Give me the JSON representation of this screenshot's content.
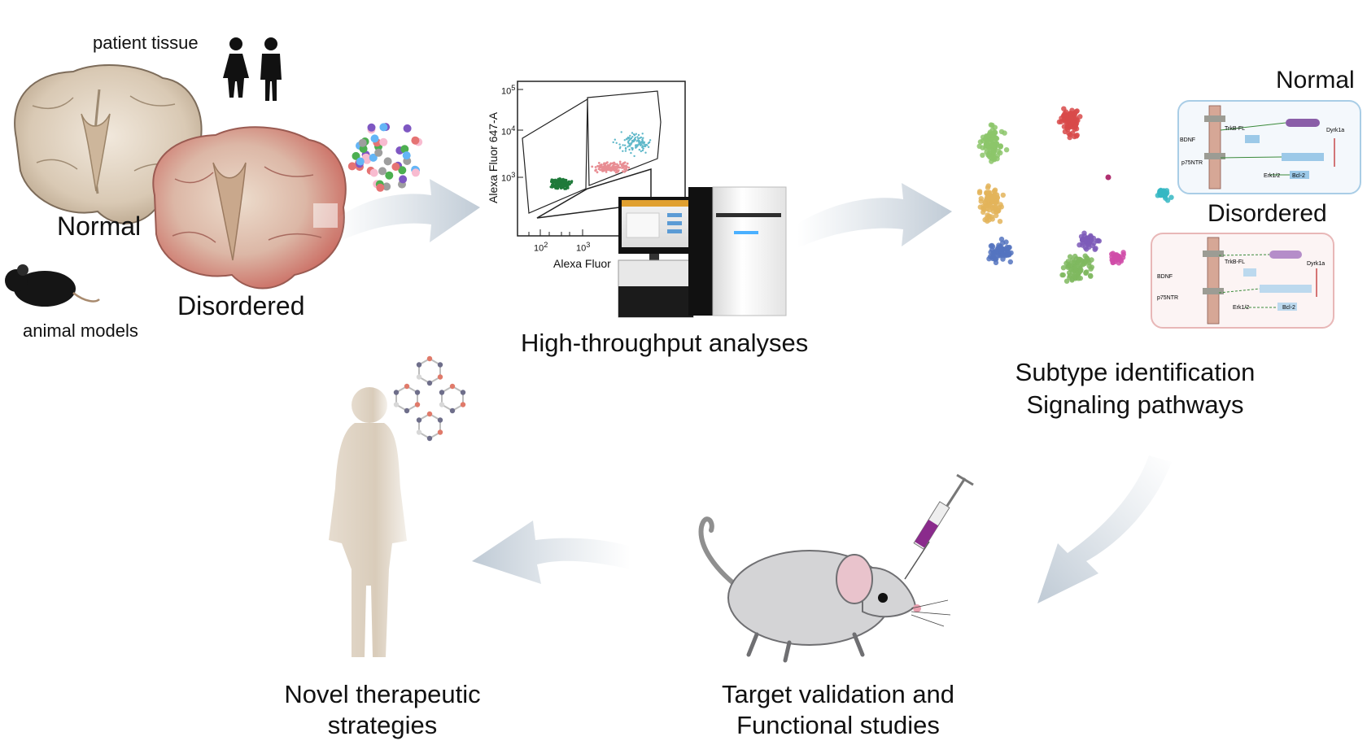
{
  "labels": {
    "patient_tissue": "patient tissue",
    "normal": "Normal",
    "disordered": "Disordered",
    "animal_models": "animal models",
    "flow_axis_y": "Alexa Fluor 647-A",
    "flow_axis_x": "Alexa Fluor",
    "flow_y_ticks": [
      "10",
      "10",
      "10"
    ],
    "flow_y_exps": [
      "3",
      "4",
      "5"
    ],
    "flow_x_ticks": [
      "10",
      "10"
    ],
    "flow_x_exps": [
      "2",
      "3"
    ],
    "high_throughput": "High-throughput analyses",
    "subtype_line1": "Subtype identification",
    "subtype_line2": "Signaling pathways",
    "pathway_normal": "Normal",
    "pathway_disordered": "Disordered",
    "target_line1": "Target validation and",
    "target_line2": "Functional studies",
    "therapy_line1": "Novel therapeutic",
    "therapy_line2": "strategies"
  },
  "pathway_nodes": [
    "TrkB-FL",
    "BDNF",
    "p75NTR",
    "Erk1/2",
    "Bcl-2",
    "Dyrk1a"
  ],
  "colors": {
    "arrow": "#c9d3dc",
    "brain_normal": "#d9c9b4",
    "brain_disordered": "#d08a80",
    "normal_box": "#a9cde6",
    "disordered_box": "#e8b7b7",
    "person": "#dcd0c0",
    "mouse_body": "#d4d4d6",
    "syringe_fluid": "#8a2b8c"
  }
}
